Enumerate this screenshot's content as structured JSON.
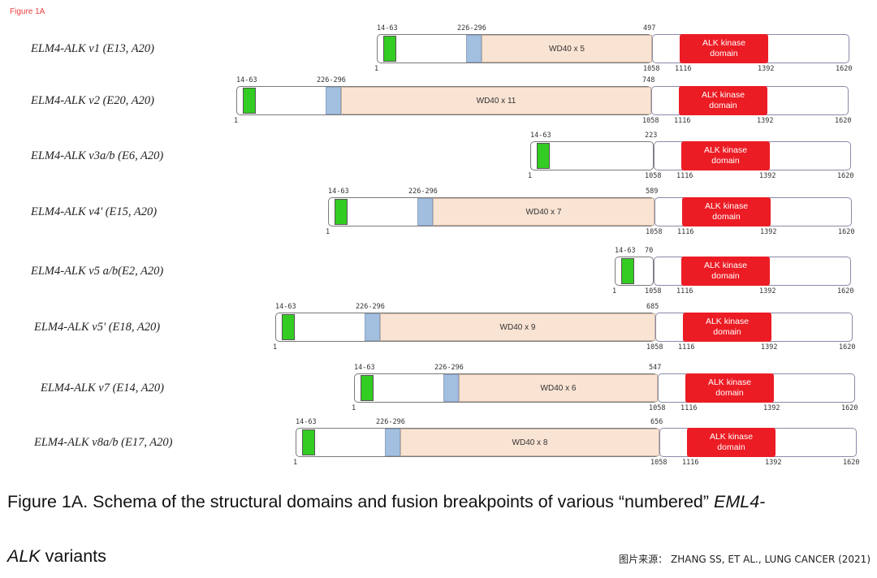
{
  "figure_tag": "Figure 1A",
  "caption": {
    "lead": "Figure 1A.",
    "text_before": " Schema of the structural domains and fusion breakpoints of various “numbered” ",
    "gene_part1": "EML4-",
    "gene_part2": "ALK",
    "text_after": " variants"
  },
  "source": "图片来源： ZHANG SS, ET AL., LUNG CANCER (2021)",
  "kinase_label_line1": "ALK kinase",
  "kinase_label_line2": "domain",
  "region_label_green": "14-63",
  "region_label_blue": "226-296",
  "eml_start_label": "1",
  "alk_tick_labels": [
    "1058",
    "1116",
    "1392",
    "1620"
  ],
  "variants": [
    {
      "name": "ELM4-ALK v1 (E13, A20)",
      "eml_length": 497,
      "wd40": "WD40 x 5",
      "has_blue": true
    },
    {
      "name": "ELM4-ALK v2 (E20, A20)",
      "eml_length": 748,
      "wd40": "WD40 x 11",
      "has_blue": true
    },
    {
      "name": "ELM4-ALK v3a/b (E6, A20)",
      "eml_length": 223,
      "wd40": "",
      "has_blue": false
    },
    {
      "name": "ELM4-ALK v4' (E15, A20)",
      "eml_length": 589,
      "wd40": "WD40 x 7",
      "has_blue": true
    },
    {
      "name": "ELM4-ALK v5 a/b(E2, A20)",
      "eml_length": 70,
      "wd40": "",
      "has_blue": false
    },
    {
      "name": "ELM4-ALK v5' (E18, A20)",
      "eml_length": 685,
      "wd40": "WD40 x 9",
      "has_blue": true
    },
    {
      "name": "ELM4-ALK v7 (E14, A20)",
      "eml_length": 547,
      "wd40": "WD40 x 6",
      "has_blue": true
    },
    {
      "name": "ELM4-ALK v8a/b (E17, A20)",
      "eml_length": 656,
      "wd40": "WD40 x 8",
      "has_blue": true
    }
  ]
}
